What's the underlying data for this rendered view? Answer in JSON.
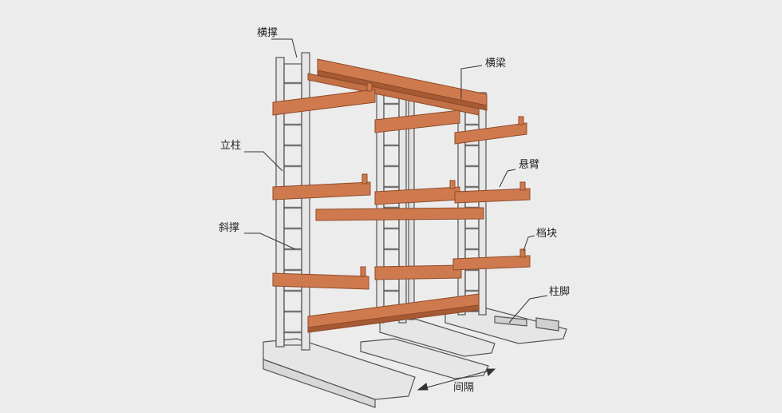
{
  "labels": {
    "crossbrace": "横撑",
    "crossbeam": "横梁",
    "upright": "立柱",
    "arm": "悬臂",
    "diagonal": "斜撑",
    "stopper": "档块",
    "base": "柱脚",
    "spacing": "间隔"
  },
  "colors": {
    "background": "#ececec",
    "steel_orange": "#cf7a4e",
    "steel_orange_dark": "#a65a34",
    "frame_gray": "#e6e6e6",
    "frame_line": "#555555",
    "leader": "#333333"
  }
}
